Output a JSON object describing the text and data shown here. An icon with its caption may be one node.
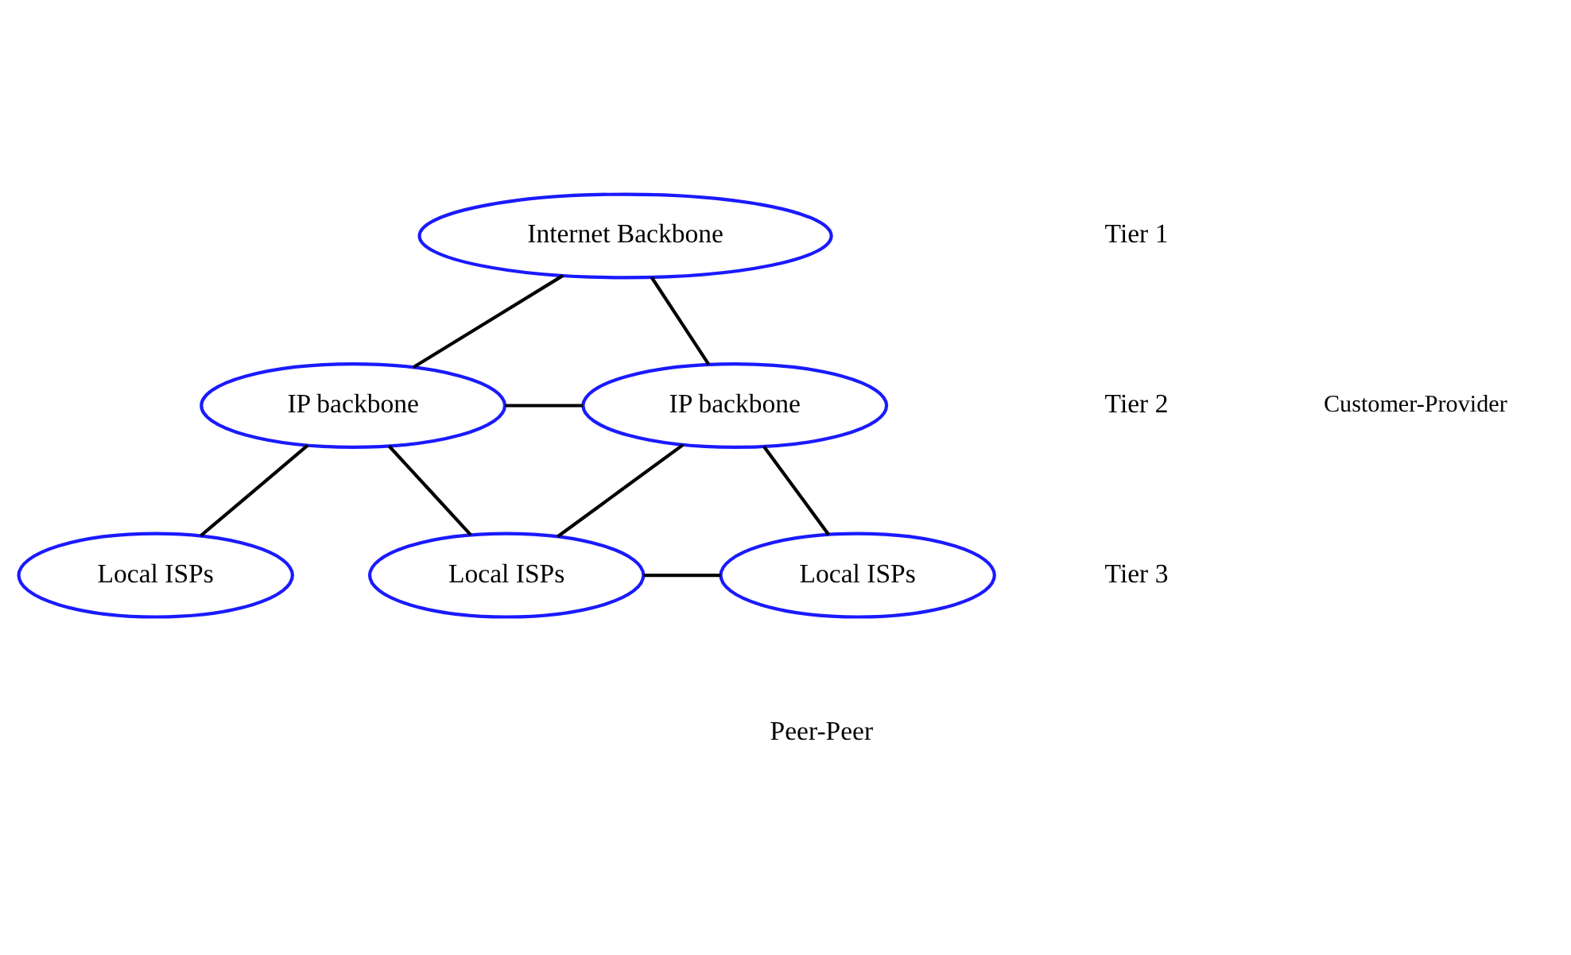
{
  "diagram": {
    "nodes": [
      {
        "text": [
          "Internet Backbone"
        ]
      },
      {
        "text": [
          "IP backbone"
        ]
      },
      {
        "text": [
          "IP backbone"
        ]
      },
      {
        "text": [
          "Local ISPs"
        ]
      },
      {
        "text": [
          "Local ISPs"
        ]
      },
      {
        "text": [
          "Local ISPs"
        ]
      }
    ],
    "edges": [
      {
        "from": 0,
        "to": 1,
        "arrow": "none"
      },
      {
        "from": 0,
        "to": 2,
        "arrow": "none"
      },
      {
        "from": 1,
        "to": 2,
        "arrow": "none"
      },
      {
        "from": 1,
        "to": 3,
        "arrow": "none"
      },
      {
        "from": 1,
        "to": 4,
        "arrow": "none"
      },
      {
        "from": 2,
        "to": 4,
        "arrow": "none"
      },
      {
        "from": 2,
        "to": 5,
        "arrow": "none"
      },
      {
        "from": 4,
        "to": 5,
        "arrow": "none"
      }
    ],
    "labels": [
      "Tier 1",
      "Tier 2",
      "Tier 3",
      "Customer-Provider",
      "Peer-Peer"
    ]
  }
}
